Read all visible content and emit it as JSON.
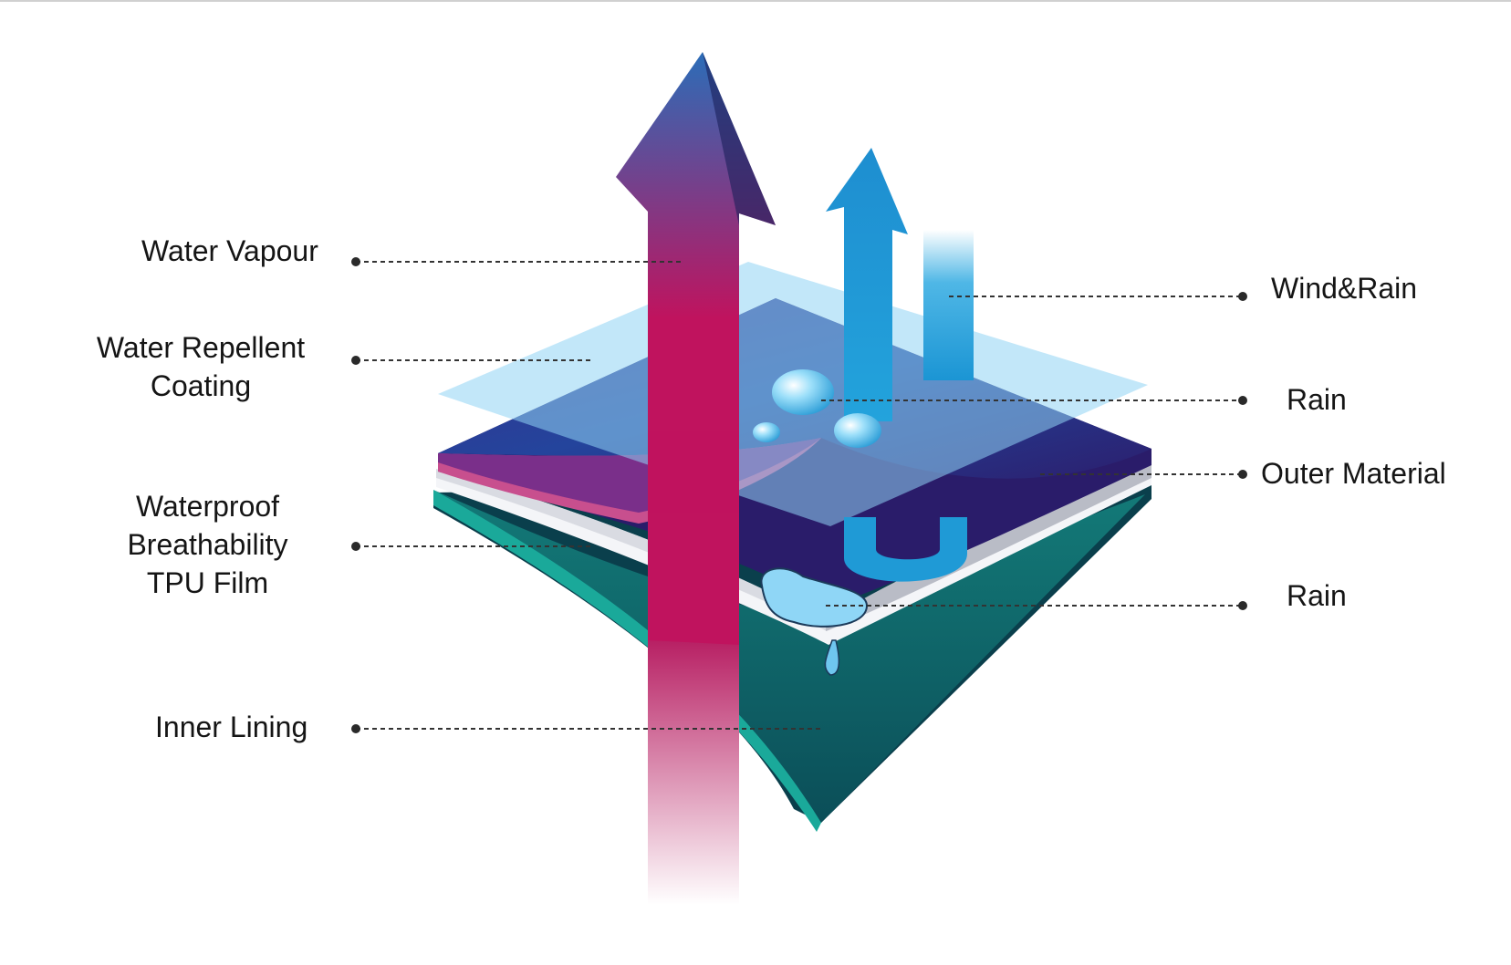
{
  "labels": {
    "water_vapour": "Water Vapour",
    "water_repellent": [
      "Water Repellent",
      "Coating"
    ],
    "tpu_film": [
      "Waterproof",
      "Breathability",
      "TPU Film"
    ],
    "inner_lining": "Inner Lining",
    "wind_rain": "Wind&Rain",
    "rain_top": "Rain",
    "outer_material": "Outer Material",
    "rain_bottom": "Rain"
  },
  "colors": {
    "vapour_arrow_top": "#2b6db8",
    "vapour_arrow_bottom": "#c0135e",
    "rain_arrow": "#1f9ad6",
    "coating": "#8fd3f4",
    "outer_material": "#2a2f8a",
    "outer_edge": "#c84f8e",
    "tpu_film": "#e6e6ea",
    "inner_lining": "#0f6a6a",
    "inner_edge": "#1aa99a",
    "leader_line": "#333333"
  }
}
